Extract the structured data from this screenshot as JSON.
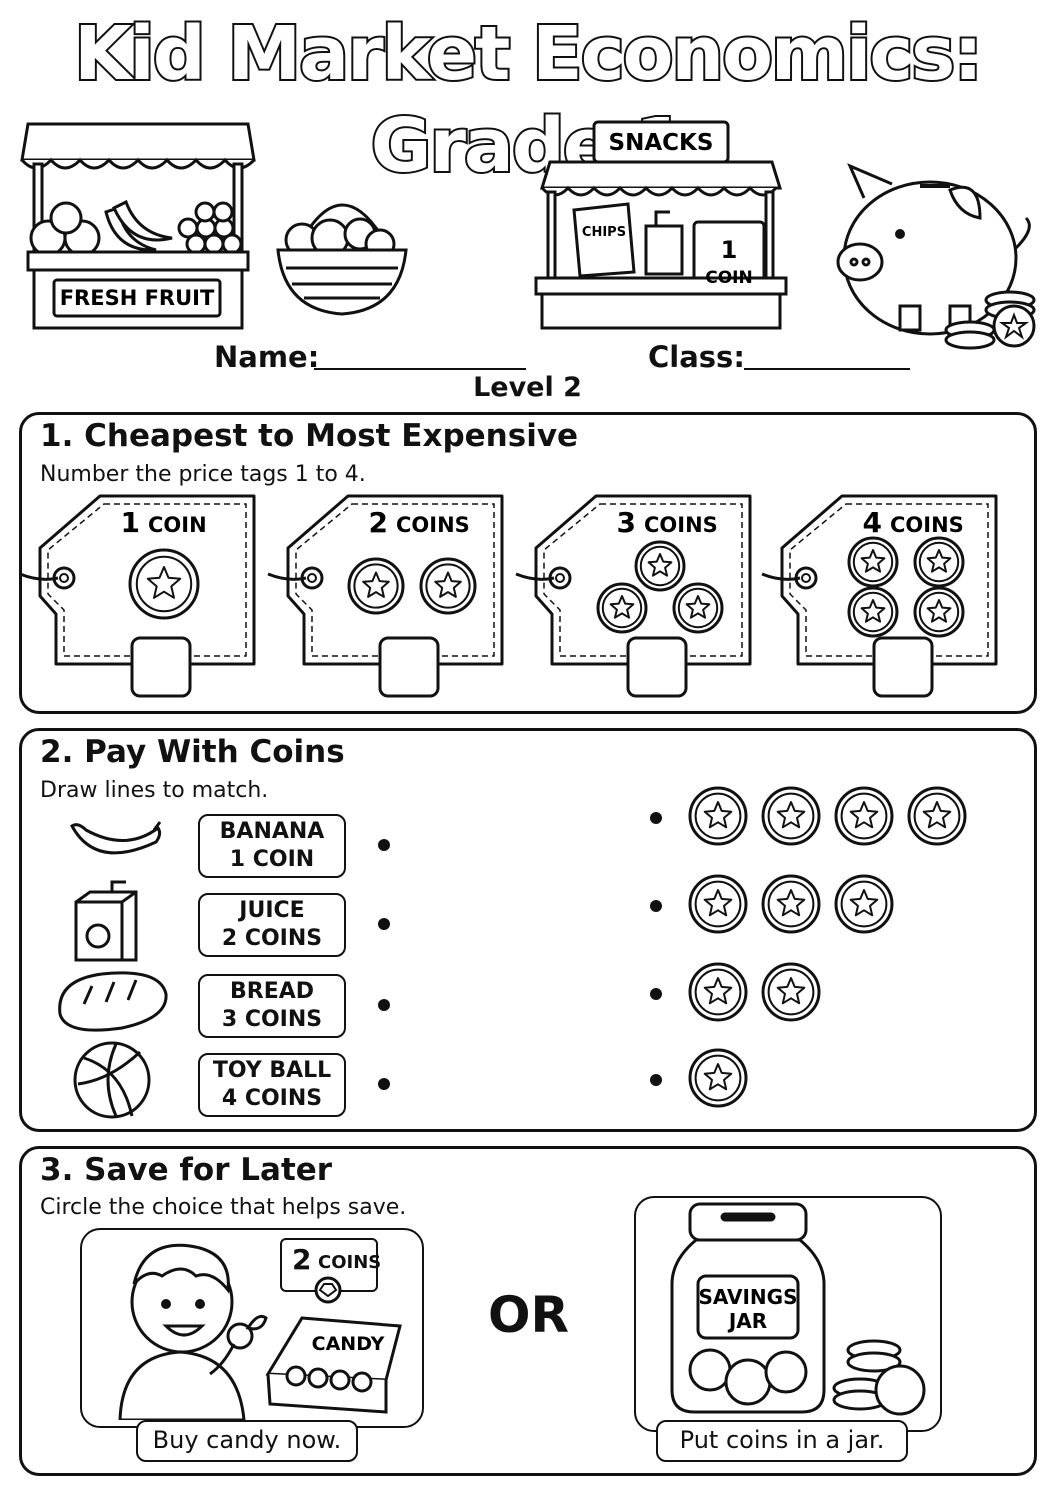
{
  "title": "Kid Market Economics: Grade 1",
  "header": {
    "fruit_stand_sign": "FRESH FRUIT",
    "snack_stand_sign": "SNACKS",
    "chips_label": "CHIPS",
    "snack_price_num": "1",
    "snack_price_unit": "COIN",
    "name_label": "Name:",
    "class_label": "Class:",
    "level": "Level 2"
  },
  "section1": {
    "title": "1. Cheapest to Most Expensive",
    "instruction": "Number the price tags 1 to 4.",
    "tags": [
      {
        "num": "1",
        "unit": "COIN",
        "coins": 1
      },
      {
        "num": "2",
        "unit": "COINS",
        "coins": 2
      },
      {
        "num": "3",
        "unit": "COINS",
        "coins": 3
      },
      {
        "num": "4",
        "unit": "COINS",
        "coins": 4
      }
    ]
  },
  "section2": {
    "title": "2. Pay With Coins",
    "instruction": "Draw lines to match.",
    "items": [
      {
        "name": "BANANA",
        "price": "1 COIN",
        "icon": "banana-icon"
      },
      {
        "name": "JUICE",
        "price": "2 COINS",
        "icon": "juice-box-icon"
      },
      {
        "name": "BREAD",
        "price": "3 COINS",
        "icon": "bread-icon"
      },
      {
        "name": "TOY BALL",
        "price": "4 COINS",
        "icon": "ball-icon"
      }
    ],
    "coin_rows": [
      4,
      3,
      2,
      1
    ]
  },
  "section3": {
    "title": "3. Save for Later",
    "instruction": "Circle the choice that helps save.",
    "option_a": {
      "price_num": "2",
      "price_unit": "COINS",
      "box_label": "CANDY",
      "caption": "Buy candy now."
    },
    "or_label": "OR",
    "option_b": {
      "jar_label_1": "SAVINGS",
      "jar_label_2": "JAR",
      "caption": "Put coins in a jar."
    }
  },
  "colors": {
    "ink": "#111111",
    "paper": "#ffffff"
  }
}
